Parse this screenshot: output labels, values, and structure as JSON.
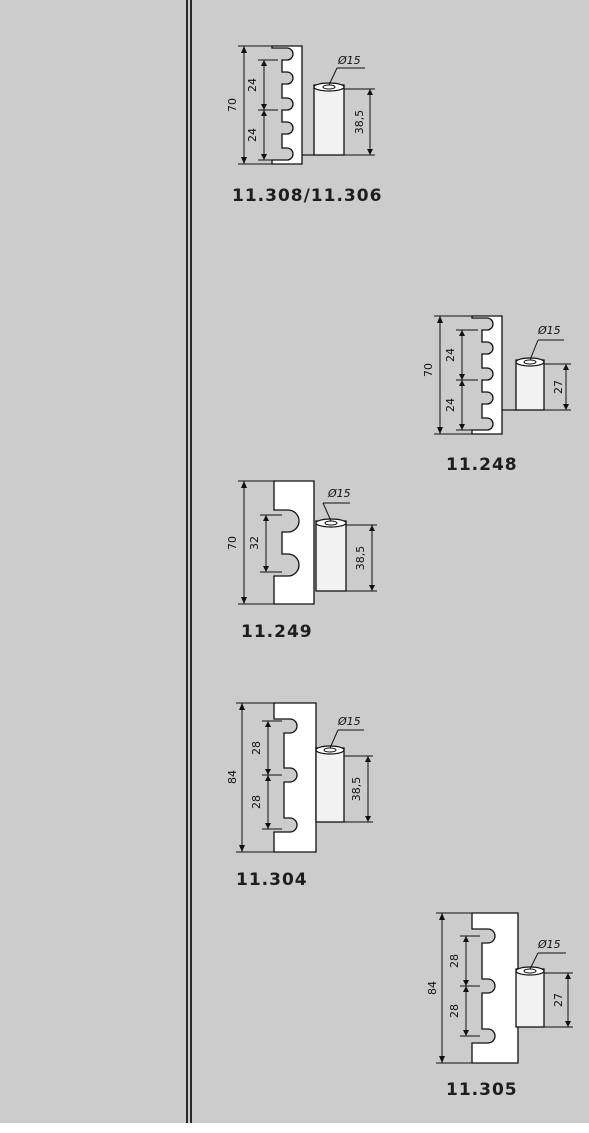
{
  "hinges": [
    {
      "label": "11.308/11.306",
      "height": "70",
      "spacing": [
        "24",
        "24"
      ],
      "diameter": "Ø15",
      "barrel": "38,5"
    },
    {
      "label": "11.248",
      "height": "70",
      "spacing": [
        "24",
        "24"
      ],
      "diameter": "Ø15",
      "barrel": "27"
    },
    {
      "label": "11.249",
      "height": "70",
      "spacing": [
        "32"
      ],
      "diameter": "Ø15",
      "barrel": "38,5"
    },
    {
      "label": "11.304",
      "height": "84",
      "spacing": [
        "28",
        "28"
      ],
      "diameter": "Ø15",
      "barrel": "38,5"
    },
    {
      "label": "11.305",
      "height": "84",
      "spacing": [
        "28",
        "28"
      ],
      "diameter": "Ø15",
      "barrel": "27"
    }
  ]
}
